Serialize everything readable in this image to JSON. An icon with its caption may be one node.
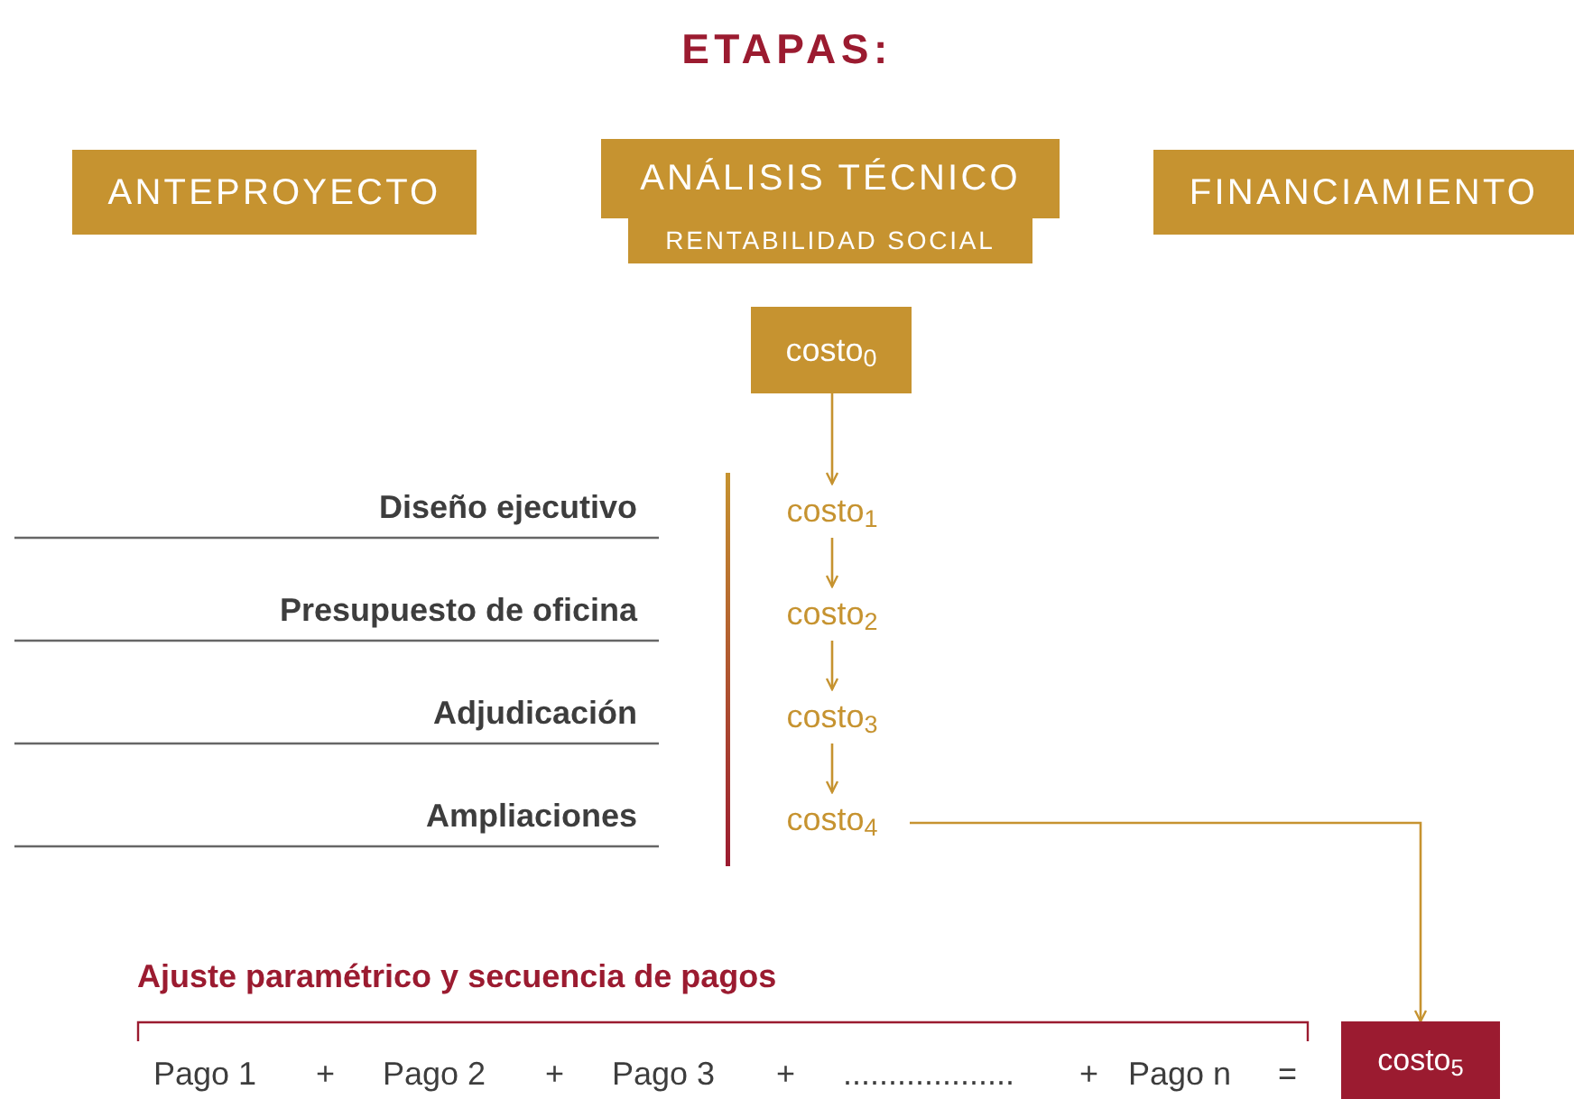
{
  "diagram": {
    "title": "ETAPAS:",
    "nodes": [
      {
        "text": [
          "ANTEPROYECTO"
        ]
      },
      {
        "text": [
          "ANÁLISIS TÉCNICO",
          "RENTABILIDAD SOCIAL"
        ]
      },
      {
        "text": [
          "FINANCIAMIENTO"
        ]
      },
      {
        "text": [
          "costo$_{0}$"
        ]
      },
      {
        "text": [
          "costo$_{1}$"
        ]
      },
      {
        "text": [
          "costo$_{2}$"
        ]
      },
      {
        "text": [
          "costo$_{3}$"
        ]
      },
      {
        "text": [
          "costo$_{4}$"
        ]
      },
      {
        "text": [
          "costo$_{5}$"
        ]
      }
    ],
    "edges": [
      {
        "from": 3,
        "to": 4,
        "arrow": "to"
      },
      {
        "from": 4,
        "to": 5,
        "arrow": "to"
      },
      {
        "from": 5,
        "to": 6,
        "arrow": "to"
      },
      {
        "from": 6,
        "to": 7,
        "arrow": "to"
      },
      {
        "from": 7,
        "to": 8,
        "arrow": "to"
      }
    ],
    "labels": [
      "Diseño ejecutivo",
      "Presupuesto de oficina",
      "Adjudicación",
      "Ampliaciones",
      "Ajuste paramétrico y secuencia de pagos",
      "Pago 1",
      "+",
      "Pago 2",
      "+",
      "Pago 3",
      "+",
      "...................",
      "+",
      "Pago n",
      "="
    ]
  }
}
